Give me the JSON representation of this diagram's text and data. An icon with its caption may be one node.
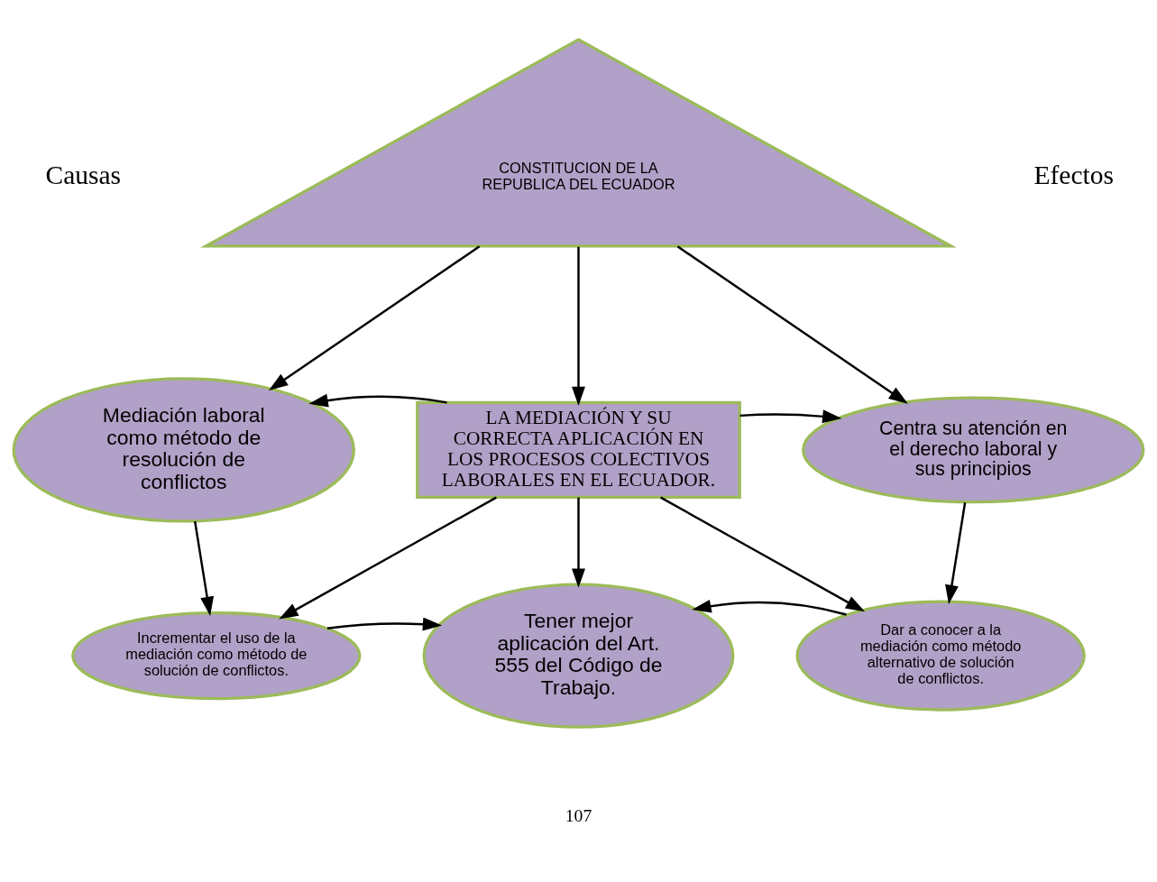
{
  "diagram": {
    "nodes": [
      {
        "text": [
          "CONSTITUCION DE LA REPUBLICA DEL ECUADOR"
        ]
      },
      {
        "text": [
          "Mediación laboral como método de resolución de conflictos"
        ]
      },
      {
        "text": [
          "Centra su atención en el derecho laboral y sus principios"
        ]
      },
      {
        "text": [
          "LA MEDIACIÓN Y SU CORRECTA APLICACIÓN EN LOS PROCESOS COLECTIVOS LABORALES EN EL ECUADOR."
        ]
      },
      {
        "text": [
          "Incrementar el uso de la mediación como método de solución de conflictos."
        ]
      },
      {
        "text": [
          "Dar a conocer a la mediación como método alternativo de solución de conflictos."
        ]
      },
      {
        "text": [
          "Tener mejor aplicación del Art. 555 del Código de Trabajo."
        ]
      }
    ],
    "edges": [
      {
        "from": 0,
        "to": 1,
        "arrow": "to"
      },
      {
        "from": 0,
        "to": 2,
        "arrow": "to"
      },
      {
        "from": 0,
        "to": 3,
        "arrow": "to"
      },
      {
        "from": 3,
        "to": 1,
        "arrow": "to"
      },
      {
        "from": 3,
        "to": 2,
        "arrow": "to"
      },
      {
        "from": 1,
        "to": 4,
        "arrow": "to"
      },
      {
        "from": 2,
        "to": 5,
        "arrow": "to"
      },
      {
        "from": 3,
        "to": 4,
        "arrow": "to"
      },
      {
        "from": 3,
        "to": 6,
        "arrow": "to"
      },
      {
        "from": 3,
        "to": 5,
        "arrow": "to"
      },
      {
        "from": 4,
        "to": 6,
        "arrow": "to"
      },
      {
        "from": 5,
        "to": 6,
        "arrow": "to"
      }
    ],
    "labels": [
      "Causas",
      "Efectos",
      "107"
    ]
  }
}
